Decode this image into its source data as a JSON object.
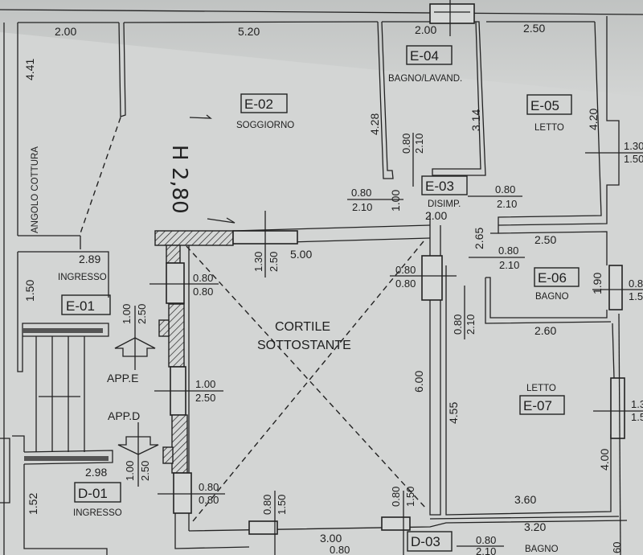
{
  "rooms": {
    "e01": {
      "code": "E-01",
      "name": "INGRESSO"
    },
    "e02": {
      "code": "E-02",
      "name": "SOGGIORNO"
    },
    "e03": {
      "code": "E-03",
      "name": "DISIMP."
    },
    "e04": {
      "code": "E-04",
      "name": "BAGNO/LAVAND."
    },
    "e05": {
      "code": "E-05",
      "name": "LETTO"
    },
    "e06": {
      "code": "E-06",
      "name": "BAGNO"
    },
    "e07": {
      "code": "E-07",
      "name": "LETTO"
    },
    "d01": {
      "code": "D-01",
      "name": "INGRESSO"
    },
    "d03": {
      "code": "D-03",
      "name": "BAGNO"
    },
    "kitchen": {
      "name": "ANGOLO COTTURA"
    },
    "courtyard": {
      "line1": "CORTILE",
      "line2": "SOTTOSTANTE"
    }
  },
  "dimensions": {
    "kitchen_w": "2.00",
    "kitchen_h": "4.41",
    "living_w": "5.20",
    "living_h": "4.28",
    "bath1_w": "2.00",
    "bath1_h": "3.14",
    "bed1_w": "2.50",
    "bed1_h": "4.20",
    "hall_w": "2.00",
    "hall_h": "1.00",
    "entry_w": "2.89",
    "entry_h": "1.50",
    "court_w": "5.00",
    "court_h": "6.00",
    "bath2_w": "2.50",
    "bath2_h": "1.90",
    "corr_h": "2.65",
    "bed2_w_top": "2.60",
    "bed2_w_bottom": "3.60",
    "bed2_h_left": "4.55",
    "bed2_h_right": "4.00",
    "d_entry_w": "2.98",
    "d_entry_h": "1.52",
    "bottom_w1": "3.00",
    "bottom_w2": "3.20",
    "bottom_h": "60"
  },
  "openings": [
    {
      "top": "0.80",
      "bottom": "2.10"
    },
    {
      "top": "0.80",
      "bottom": "2.10"
    },
    {
      "top": "0.80",
      "bottom": "2.10"
    },
    {
      "top": "0.80",
      "bottom": "2.10"
    },
    {
      "top": "0.80",
      "bottom": "2.10"
    },
    {
      "top": "1.30",
      "bottom": "1.50"
    },
    {
      "top": "1.30",
      "bottom": "2.50"
    },
    {
      "top": "0.80",
      "bottom": "0.80"
    },
    {
      "top": "0.80",
      "bottom": "0.80"
    },
    {
      "top": "1.00",
      "bottom": "2.50"
    },
    {
      "top": "1.00",
      "bottom": "2.50"
    },
    {
      "top": "1.00",
      "bottom": "2.50"
    },
    {
      "top": "0.80",
      "bottom": "0.80"
    },
    {
      "top": "0.80",
      "bottom": "1.50"
    },
    {
      "top": "0.80",
      "bottom": "1.50"
    },
    {
      "top": "0.80",
      "bottom": "1.50"
    },
    {
      "top": "1.30",
      "bottom": "1.50"
    },
    {
      "top": "0.80",
      "bottom": "2.10"
    },
    {
      "top": "0.80",
      "bottom": "0.80"
    }
  ],
  "stairs": {
    "up_label": "APP.E",
    "down_label": "APP.D"
  },
  "handwritten": {
    "height_note": "H 2,80"
  }
}
